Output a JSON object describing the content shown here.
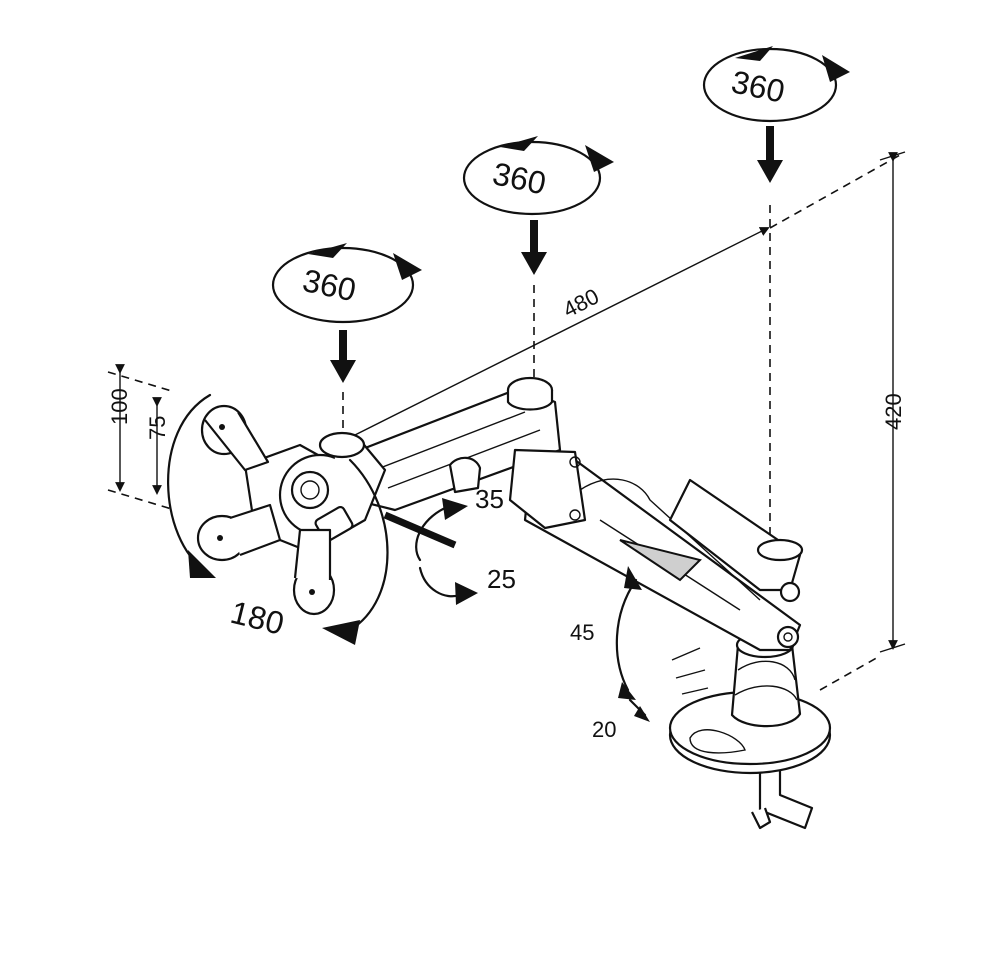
{
  "rotation_labels": {
    "top": "360",
    "middle": "360",
    "left": "360"
  },
  "dimensions": {
    "arm_length": "480",
    "height": "420",
    "vesa_large": "100",
    "vesa_small": "75"
  },
  "angles": {
    "head_rotate": "180",
    "tilt_up": "35",
    "tilt_down": "25",
    "arm_raise": "45",
    "arm_lower": "20"
  }
}
